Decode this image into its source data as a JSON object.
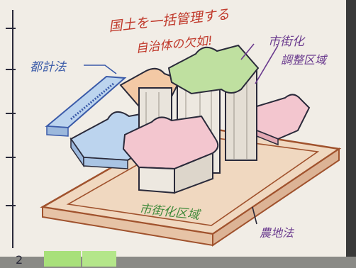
{
  "labels": {
    "top_line1": "国土を一括管理する",
    "top_line2": "自治体の欠如!",
    "top_right_line1": "市街化",
    "top_right_line2": "調整区域",
    "left": "都計法",
    "bottom_center": "市街化区域",
    "bottom_right": "農地法",
    "page_number": "2"
  },
  "colors": {
    "paper": "#f1ede6",
    "ink": "#2a2a3a",
    "red_ink": "#c0392b",
    "purple_ink": "#6a3a8e",
    "blue_ink": "#3a5aa8",
    "green_ink": "#3f8a3a",
    "brown_ink": "#a0522d",
    "piece_green": "#bfe0a0",
    "piece_blue": "#bcd4ee",
    "piece_pink": "#f3c6cf",
    "piece_orange": "#f3c9a5"
  }
}
